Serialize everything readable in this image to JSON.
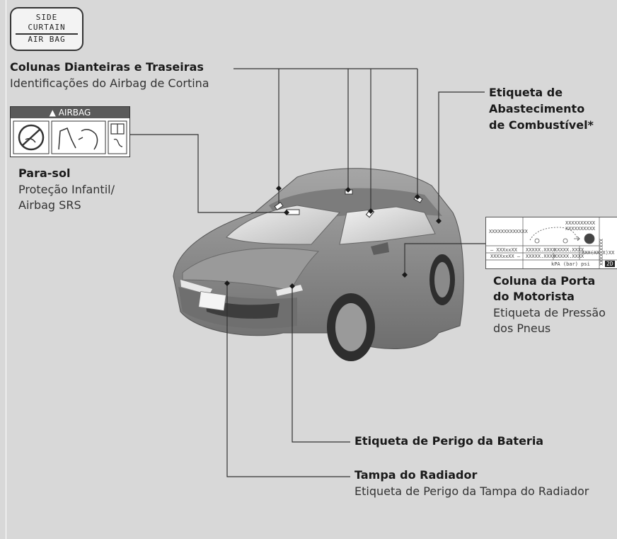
{
  "badge": {
    "line1": "SIDE",
    "line2": "CURTAIN",
    "line3": "AIR BAG"
  },
  "callouts": {
    "pillars": {
      "title": "Colunas Dianteiras e Traseiras",
      "subtitle": "Identificações do Airbag de Cortina"
    },
    "fuel": {
      "title_l1": "Etiqueta de",
      "title_l2": "Abastecimento",
      "title_l3": "de Combustível*"
    },
    "sunvisor": {
      "title": "Para-sol",
      "subtitle_l1": "Proteção Infantil/",
      "subtitle_l2": "Airbag SRS"
    },
    "door_pillar": {
      "title_l1": "Coluna da Porta",
      "title_l2": "do Motorista",
      "subtitle_l1": "Etiqueta de Pressão",
      "subtitle_l2": "dos Pneus"
    },
    "battery": {
      "title": "Etiqueta de Perigo da Bateria"
    },
    "radiator": {
      "title": "Tampa do Radiador",
      "subtitle": "Etiqueta de Perigo da Tampa do Radiador"
    }
  },
  "airbag_label": {
    "header": "AIRBAG",
    "warning_icon": "warning-triangle-icon",
    "icons": [
      "no-rear-child-seat-icon",
      "airbag-deploy-icon",
      "read-manual-icon"
    ]
  },
  "tire_label": {
    "code_a": "XXXXXXXXXXXXX",
    "code_b": "XXXXXXXXXX",
    "code_c": "XXXXXXXXXX",
    "row1_a": "– XXXxxXX",
    "row1_b": "XXXXX.XXXX",
    "row1_c": "XXXXX.XXXX",
    "row2_a": "XXXXxxXX –",
    "row2_b": "XXXXX.XXXX",
    "row2_c": "XXXXX.XXXX",
    "pressure_cell": "XXX(XX.X)XX",
    "units": "kPA (bar) psi",
    "side_code": "XXXXXXXXX",
    "code_2d": "2D"
  },
  "colors": {
    "background": "#d8d8d8",
    "line": "#333333",
    "car": "#8a8a8a"
  }
}
